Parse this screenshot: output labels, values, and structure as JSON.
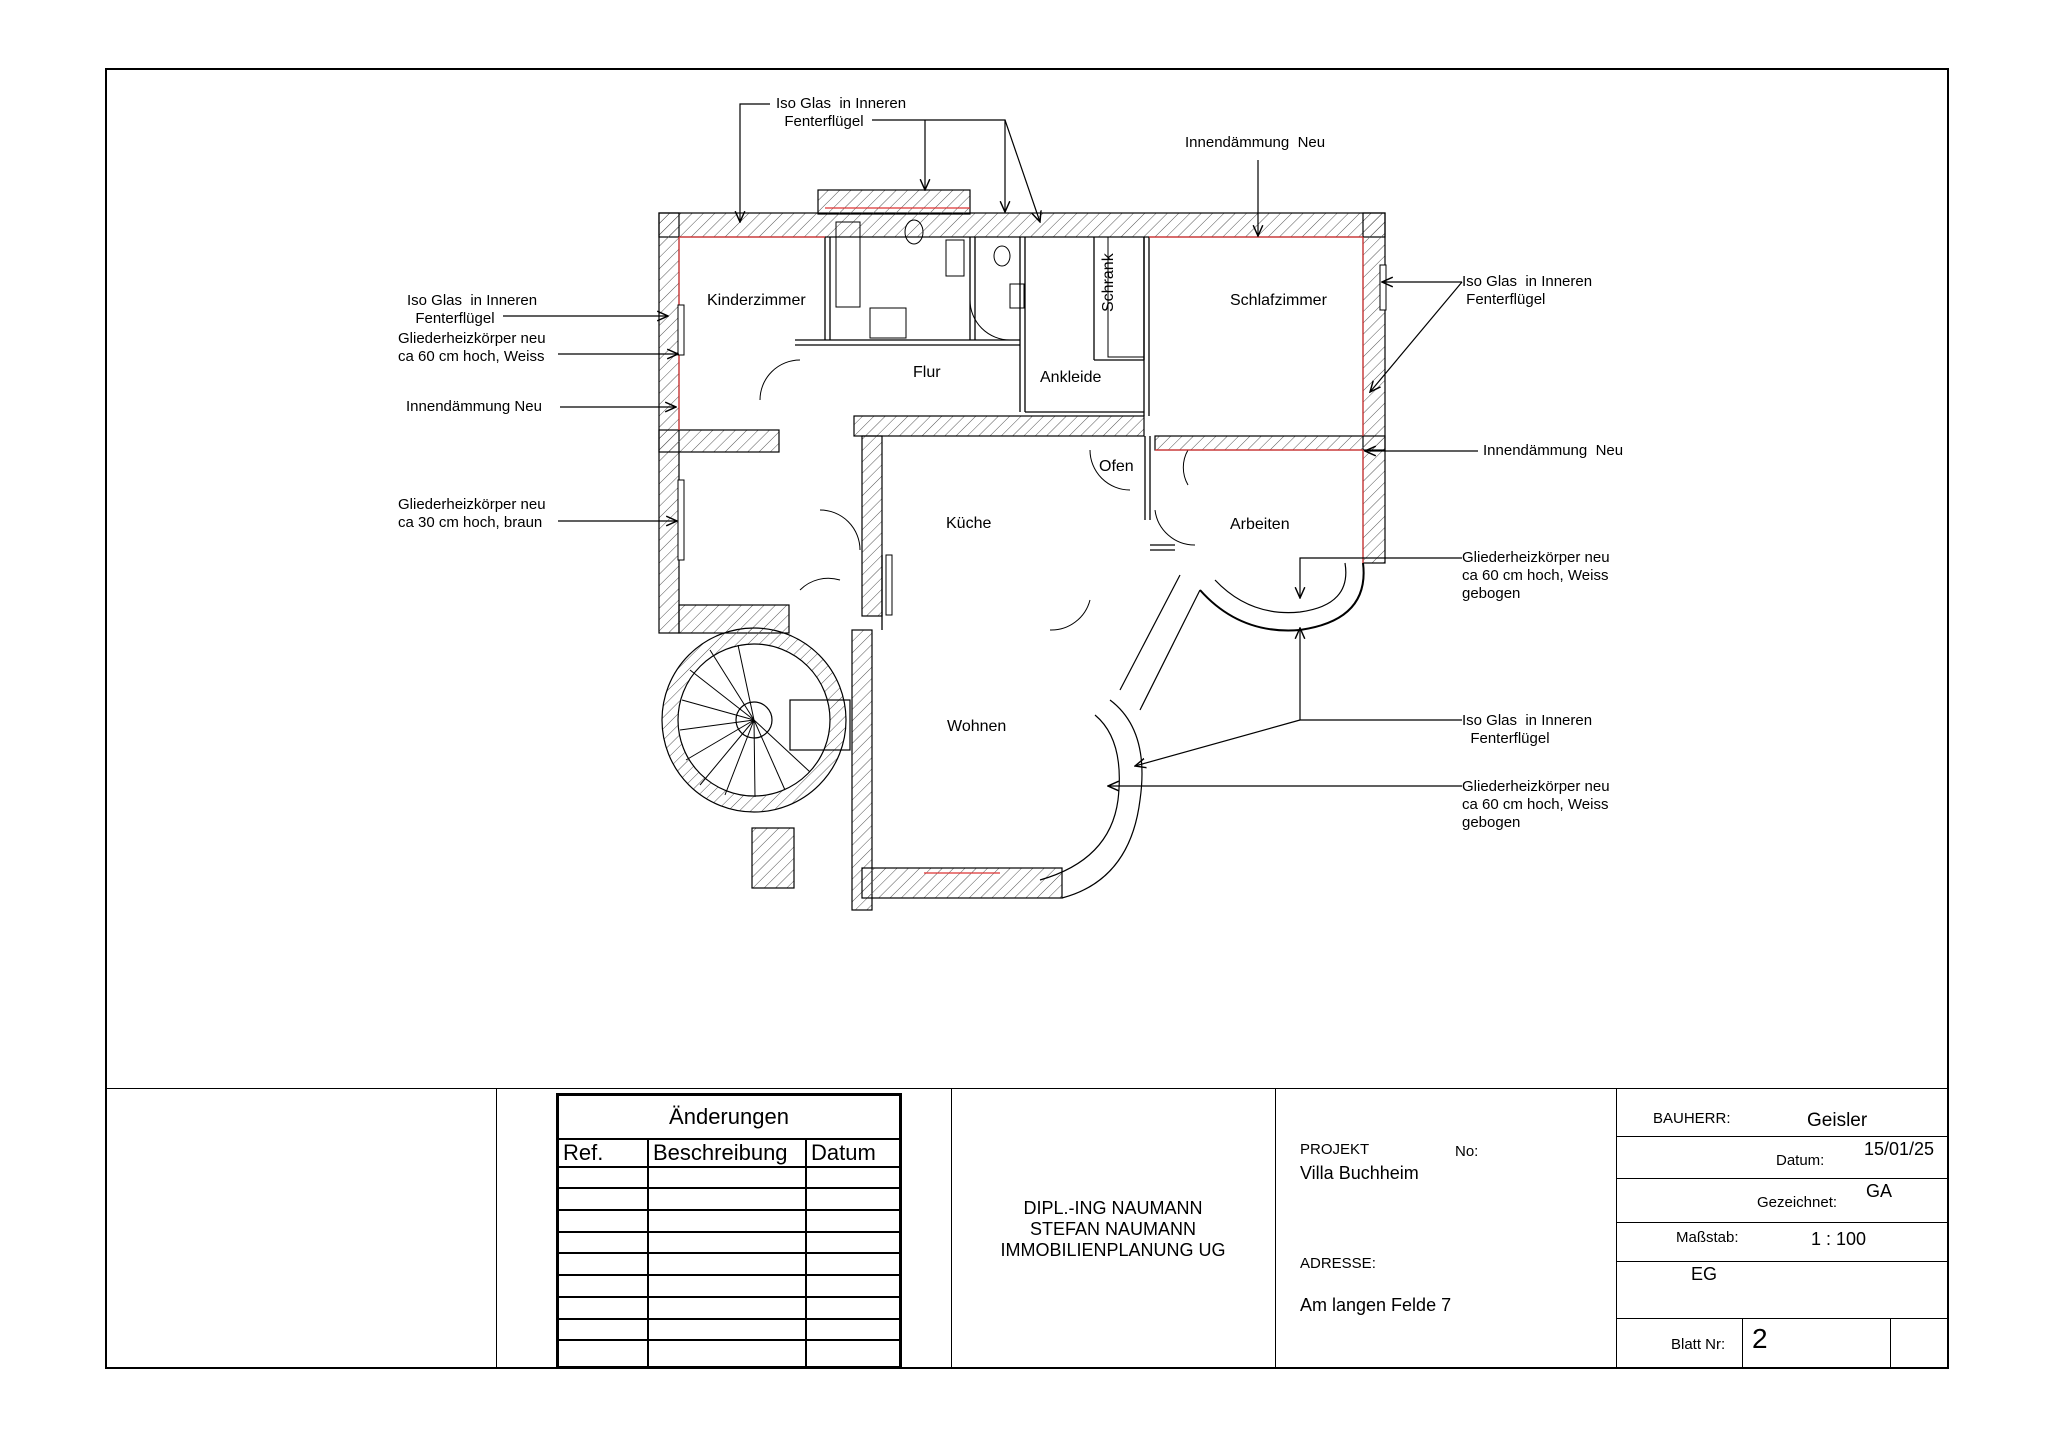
{
  "rooms": {
    "kinderzimmer": "Kinderzimmer",
    "flur": "Flur",
    "ankleide": "Ankleide",
    "schrank": "Schrank",
    "schlafzimmer": "Schlafzimmer",
    "ofen": "Ofen",
    "kueche": "Küche",
    "arbeiten": "Arbeiten",
    "wohnen": "Wohnen"
  },
  "annotations": {
    "top_iso": "Iso Glas  in Inneren\n  Fenterflügel",
    "top_daemmung": "Innendämmung  Neu",
    "left_iso": "Iso Glas  in Inneren\n  Fenterflügel",
    "left_heiz_60": "Gliederheizkörper neu\nca 60 cm hoch, Weiss",
    "left_daemmung": "Innendämmung Neu",
    "left_heiz_30": "Gliederheizkörper neu\nca 30 cm hoch, braun",
    "right_iso": "Iso Glas  in Inneren\n Fenterflügel",
    "right_daemmung": "Innendämmung  Neu",
    "right_heiz_bogen": "Gliederheizkörper neu\nca 60 cm hoch, Weiss\ngebogen",
    "right_iso_2": "Iso Glas  in Inneren\n  Fenterflügel",
    "right_heiz_bogen_2": "Gliederheizkörper neu\nca 60 cm hoch, Weiss\ngebogen"
  },
  "changes_table": {
    "title": "Änderungen",
    "headers": [
      "Ref.",
      "Beschreibung",
      "Datum"
    ],
    "empty_rows": 9
  },
  "company": {
    "line1": "DIPL.-ING NAUMANN",
    "line2": "STEFAN NAUMANN",
    "line3": "IMMOBILIENPLANUNG UG"
  },
  "project": {
    "label": "PROJEKT",
    "no_label": "No:",
    "name": "Villa Buchheim",
    "address_label": "ADRESSE:",
    "address": "Am langen Felde 7"
  },
  "title_block": {
    "bauherr_label": "BAUHERR:",
    "bauherr": "Geisler",
    "datum_label": "Datum:",
    "datum": "15/01/25",
    "gezeichnet_label": "Gezeichnet:",
    "gezeichnet": "GA",
    "massstab_label": "Maßstab:",
    "massstab": "1 : 100",
    "geschoss": "EG",
    "blatt_label": "Blatt Nr:",
    "blatt": "2"
  }
}
